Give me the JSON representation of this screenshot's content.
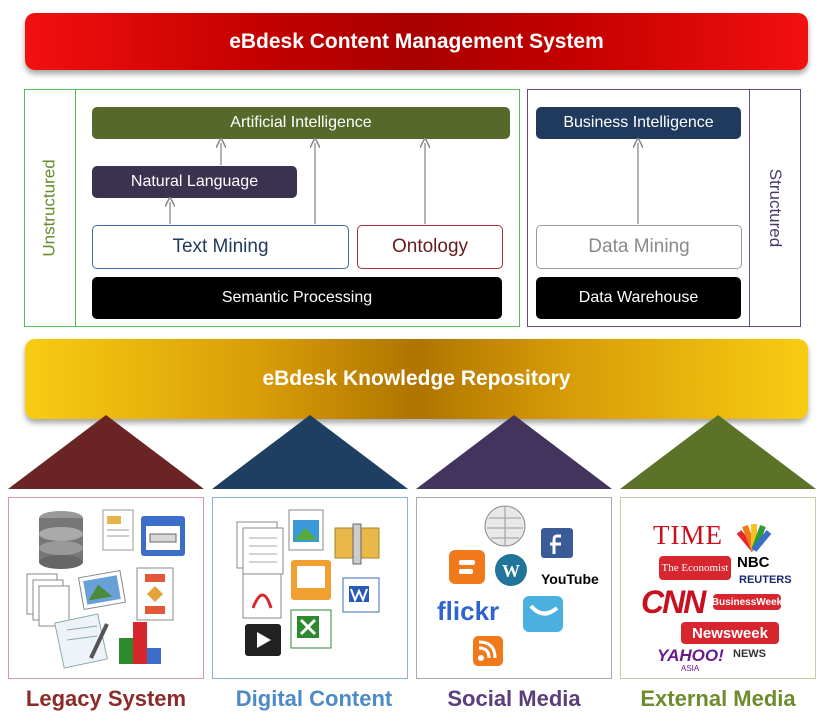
{
  "header": {
    "title": "eBdesk Content Management System"
  },
  "unstructured": {
    "side_label": "Unstructured",
    "ai": "Artificial Intelligence",
    "nl": "Natural Language",
    "text_mining": "Text Mining",
    "ontology": "Ontology",
    "semantic": "Semantic Processing"
  },
  "structured": {
    "side_label": "Structured",
    "bi": "Business Intelligence",
    "data_mining": "Data Mining",
    "warehouse": "Data Warehouse"
  },
  "repository": {
    "title": "eBdesk Knowledge Repository"
  },
  "sources": [
    {
      "label": "Legacy System"
    },
    {
      "label": "Digital Content"
    },
    {
      "label": "Social Media",
      "logos": {
        "flickr": "flickr",
        "youtube": "YouTube"
      }
    },
    {
      "label": "External Media",
      "logos": {
        "time": "TIME",
        "economist": "The Economist",
        "nbc": "NBC",
        "reuters": "REUTERS",
        "cnn": "CNN",
        "businessweek": "BusinessWeek",
        "newsweek": "Newsweek",
        "yahoo": "YAHOO!",
        "yahoo_asia": "ASIA",
        "yahoo_news": "NEWS"
      }
    }
  ],
  "colors": {
    "cms_red": "#d20000",
    "repo_gold": "#d99d08",
    "ai_olive": "#56692a",
    "nl_purple": "#3b3250",
    "bi_navy": "#1f3a5c",
    "legacy_maroon": "#6b2427",
    "digital_navy": "#1e3e62",
    "social_purple": "#43345e",
    "external_olive": "#5c7229",
    "legacy_text": "#8e2a2a",
    "digital_text": "#4f8ac8",
    "social_text": "#5a3f7a",
    "external_text": "#6e8c2e"
  }
}
